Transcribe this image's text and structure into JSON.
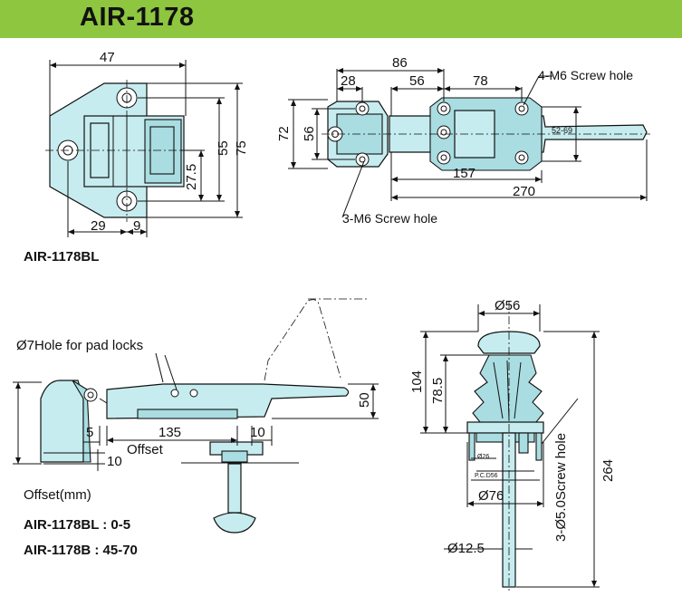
{
  "header": {
    "title": "AIR-1178",
    "banner_color": "#8ec63f"
  },
  "views": {
    "front": {
      "dims": [
        "47",
        "55",
        "75",
        "27.5",
        "29",
        "9"
      ]
    },
    "top": {
      "dims": [
        "86",
        "28",
        "56",
        "78",
        "72",
        "56",
        "157",
        "270",
        "52-69"
      ],
      "callout_holes_4": "4-M6 Screw hole",
      "callout_holes_3": "3-M6 Screw hole"
    },
    "side": {
      "pad_lock_note": "Ø7Hole for pad locks",
      "dims": [
        "5",
        "135",
        "10",
        "50",
        "10"
      ],
      "offset_label": "Offset"
    },
    "strike": {
      "dims": [
        "Ø56",
        "104",
        "78.5",
        "264",
        "Ø26",
        "P.C.D56",
        "Ø76",
        "Ø12.5"
      ],
      "screw_note": "3-Ø5.0Screw hole"
    }
  },
  "labels": {
    "model_bl": "AIR-1178BL",
    "offset_unit": "Offset(mm)",
    "offset_bl": "AIR-1178BL : 0-5",
    "offset_b": "AIR-1178B : 45-70"
  },
  "colors": {
    "part_fill": "#c6ecef",
    "line": "#111111"
  }
}
